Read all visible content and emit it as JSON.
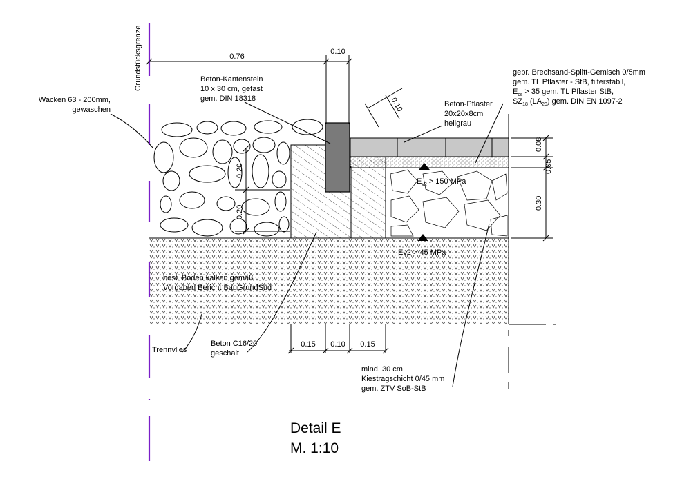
{
  "drawing": {
    "title": "Detail E",
    "scale": "M. 1:10",
    "property_line_label": "Grundstücksgrenze"
  },
  "labels": {
    "kantenstein": [
      "Beton-Kantenstein",
      "10 x 30 cm, gefast",
      "gem. DIN 18318"
    ],
    "wacken": [
      "Wacken 63 - 200mm,",
      "gewaschen"
    ],
    "pflaster": [
      "Beton-Pflaster",
      "20x20x8cm",
      "hellgrau"
    ],
    "splitt": {
      "line1": "gebr. Brechsand-Splitt-Gemisch 0/5mm",
      "line2": "gem. TL Pflaster - StB, filterstabil,",
      "line3_e": "E",
      "line3_sub": "cs",
      "line3_rest": " > 35 gem. TL Pflaster StB,",
      "line4_sz": "SZ",
      "line4_sub1": "18",
      "line4_mid": " (LA",
      "line4_sub2": "20",
      "line4_rest": ") gem. DIN EN 1097-2"
    },
    "ev2_top": {
      "e": "E",
      "sub": "v2",
      "rest": " > 150 MPa"
    },
    "ev2_bottom": "Ev2 > 45 MPa",
    "boden": [
      "best. Boden kalken gemäß",
      "Vorgaben Bericht BauGrundSüd"
    ],
    "trennvlies": "Trennvlies",
    "beton": [
      "Beton C16/20",
      "geschalt"
    ],
    "kies": [
      "mind. 30 cm",
      "Kiestragschicht 0/45 mm",
      "gem. ZTV SoB-StB"
    ]
  },
  "dimensions": {
    "top_left": "0.76",
    "top_right": "0.10",
    "curb_diag": "0.10",
    "wall_upper": "0.20",
    "wall_lower": "0.20",
    "right_paver": "0.08",
    "right_bed": "0.05",
    "right_base": "0.30",
    "bottom": [
      "0.15",
      "0.10",
      "0.15"
    ]
  },
  "colors": {
    "property_line": "#7a1fc8",
    "curb": "#7a7a7a",
    "paver": "#c8c8c8"
  }
}
